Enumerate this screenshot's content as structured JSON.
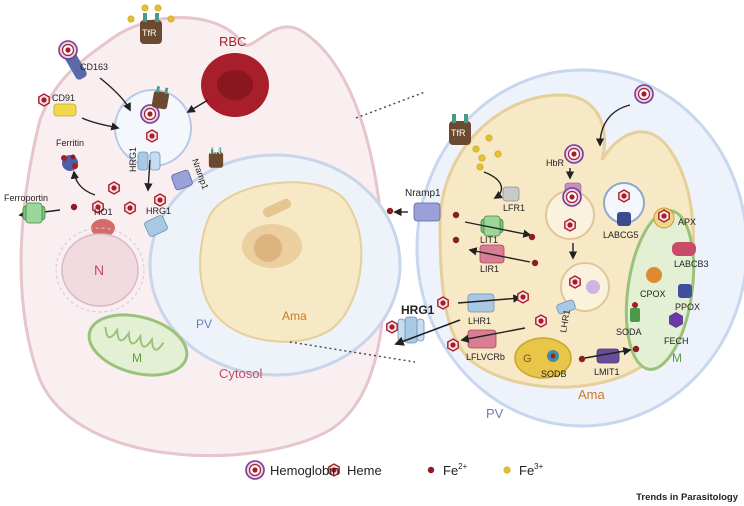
{
  "labels": {
    "tfr": "TfR",
    "rbc": "RBC",
    "cd163": "CD163",
    "cd91": "CD91",
    "ferritin": "Ferritin",
    "ferroportin": "Ferroportin",
    "hrg1": "HRG1",
    "hrg1_bold": "HRG1",
    "nramp1": "Nramp1",
    "ho1": "HO1",
    "nucleus": "N",
    "mitochondrion": "M",
    "pv": "PV",
    "ama": "Ama",
    "cytosol": "Cytosol",
    "hbr": "HbR",
    "lfr1": "LFR1",
    "lit1": "LIT1",
    "lir1": "LIR1",
    "labcg5": "LABCG5",
    "apx": "APX",
    "labcb3": "LABCB3",
    "cpox": "CPOX",
    "ppox": "PPOX",
    "lhr1": "LHR1",
    "lflvcrb": "LFLVCRb",
    "soda": "SODA",
    "fech": "FECH",
    "golgi": "G",
    "sodb": "SODB",
    "lmit1": "LMIT1"
  },
  "legend": {
    "hemoglobin": "Hemoglobin",
    "heme": "Heme",
    "fe2_base": "Fe",
    "fe2_sup": "2+",
    "fe3_base": "Fe",
    "fe3_sup": "3+"
  },
  "credit": "Trends in Parasitology",
  "colors": {
    "heme": "#a61d2a",
    "fe2": "#8b1e24",
    "fe3": "#e3c032",
    "tfr": "#6b4a2f",
    "hrg1": "#a9c8e3",
    "nramp1": "#9aa1d6",
    "lit1": "#8ccf86",
    "lir1": "#d87d93",
    "cytosol_text": "#c24a6a",
    "ama_text": "#c97a22",
    "pv_text": "#6a7fb0",
    "m_text": "#5f9b44"
  }
}
